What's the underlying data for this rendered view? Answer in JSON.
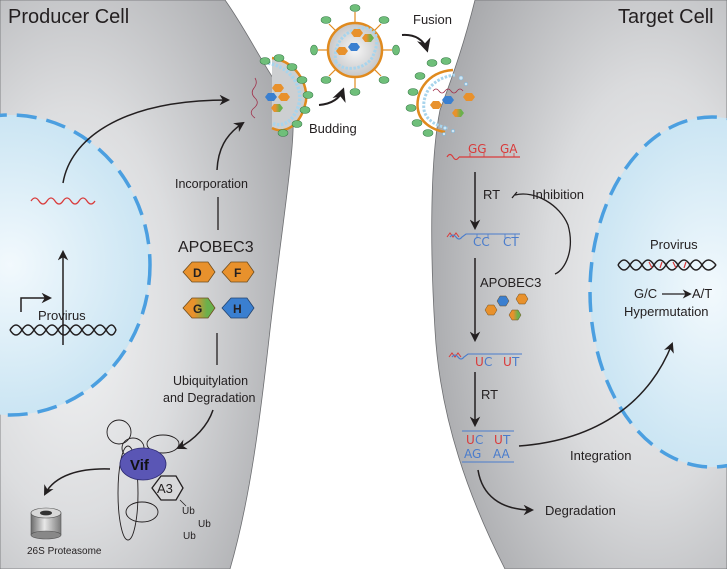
{
  "producer_cell": {
    "title": "Producer Cell",
    "provirus_label": "Provirus",
    "incorporation_label": "Incorporation",
    "apobec3_label": "APOBEC3",
    "hexagons": [
      {
        "letter": "D",
        "color": "#e8912c"
      },
      {
        "letter": "F",
        "color": "#e8912c"
      },
      {
        "letter": "G",
        "color": "#e8912c",
        "color2": "#6ab04c"
      },
      {
        "letter": "H",
        "color": "#3a7fd0"
      }
    ],
    "ubiquitylation_label_line1": "Ubiquitylation",
    "ubiquitylation_label_line2": "and Degradation",
    "vif_label": "Vif",
    "a3_label": "A3",
    "ub_labels": [
      "Ub",
      "Ub",
      "Ub"
    ],
    "proteasome_label": "26S Proteasome"
  },
  "virion": {
    "budding_label": "Budding",
    "fusion_label": "Fusion"
  },
  "target_cell": {
    "title": "Target Cell",
    "rna_seq": [
      "GG",
      "GA"
    ],
    "rt_label_1": "RT",
    "inhibition_label": "Inhibition",
    "cdna_seq": [
      "CC",
      "CT"
    ],
    "apobec3_label": "APOBEC3",
    "edited_seq": [
      {
        "red": "U",
        "blue": "C"
      },
      {
        "red": "U",
        "blue": "T"
      }
    ],
    "rt_label_2": "RT",
    "ds_top": [
      {
        "red": "U",
        "blue": "C"
      },
      {
        "red": "U",
        "blue": "T"
      }
    ],
    "ds_bottom": [
      "AG",
      "AA"
    ],
    "integration_label": "Integration",
    "degradation_label": "Degradation",
    "provirus_label": "Provirus",
    "mutation_from": "G/C",
    "mutation_to": "A/T",
    "hypermutation_label": "Hypermutation"
  },
  "colors": {
    "cell_gray": "#c4c5c8",
    "nucleus_blue": "#cde6f3",
    "nucleus_border": "#4b9fe0",
    "rna_red": "#d93a3a",
    "dna_blue": "#4a7ccc",
    "envelope_orange": "#e08a1e",
    "spike_green": "#6fbf7a",
    "vif_purple": "#5a56b5"
  }
}
